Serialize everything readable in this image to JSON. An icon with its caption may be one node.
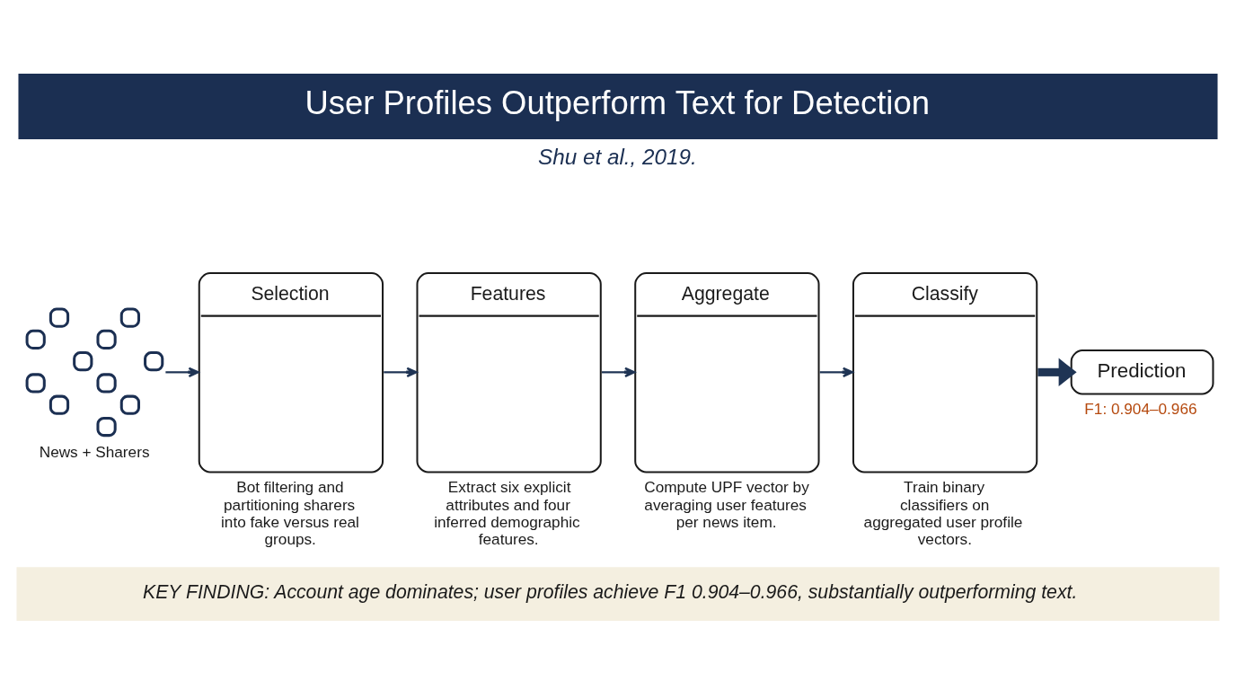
{
  "diagram": {
    "title": "User Profiles Outperform Text for Detection",
    "nodes": [
      {
        "text": [],
        "shape": "picture",
        "beside": [
          "News + Sharers"
        ]
      },
      {
        "text": [
          "Selection"
        ],
        "beside": [
          "Bot filtering and partitioning sharers into fake versus real groups."
        ]
      },
      {
        "text": [
          "Features"
        ],
        "beside": [
          "Extract six explicit attributes and four inferred demographic features."
        ]
      },
      {
        "text": [
          "Aggregate"
        ],
        "beside": [
          "Compute UPF vector by averaging user features per news item."
        ]
      },
      {
        "text": [
          "Classify"
        ],
        "beside": [
          "Train binary classifiers on aggregated user profile vectors."
        ]
      },
      {
        "text": [
          "Prediction"
        ],
        "beside": [
          "F1: 0.904–0.966"
        ]
      }
    ],
    "edges": [
      {
        "from": 0,
        "to": 1,
        "arrow": "to"
      },
      {
        "from": 1,
        "to": 2,
        "arrow": "to"
      },
      {
        "from": 2,
        "to": 3,
        "arrow": "to"
      },
      {
        "from": 3,
        "to": 4,
        "arrow": "to"
      },
      {
        "from": 4,
        "to": 5,
        "arrow": "to",
        "style": "thick"
      }
    ],
    "labels": [
      "Shu et al., 2019.",
      "KEY FINDING: Account age dominates; user profiles achieve F1 0.904–0.966, substantially outperforming text."
    ]
  }
}
